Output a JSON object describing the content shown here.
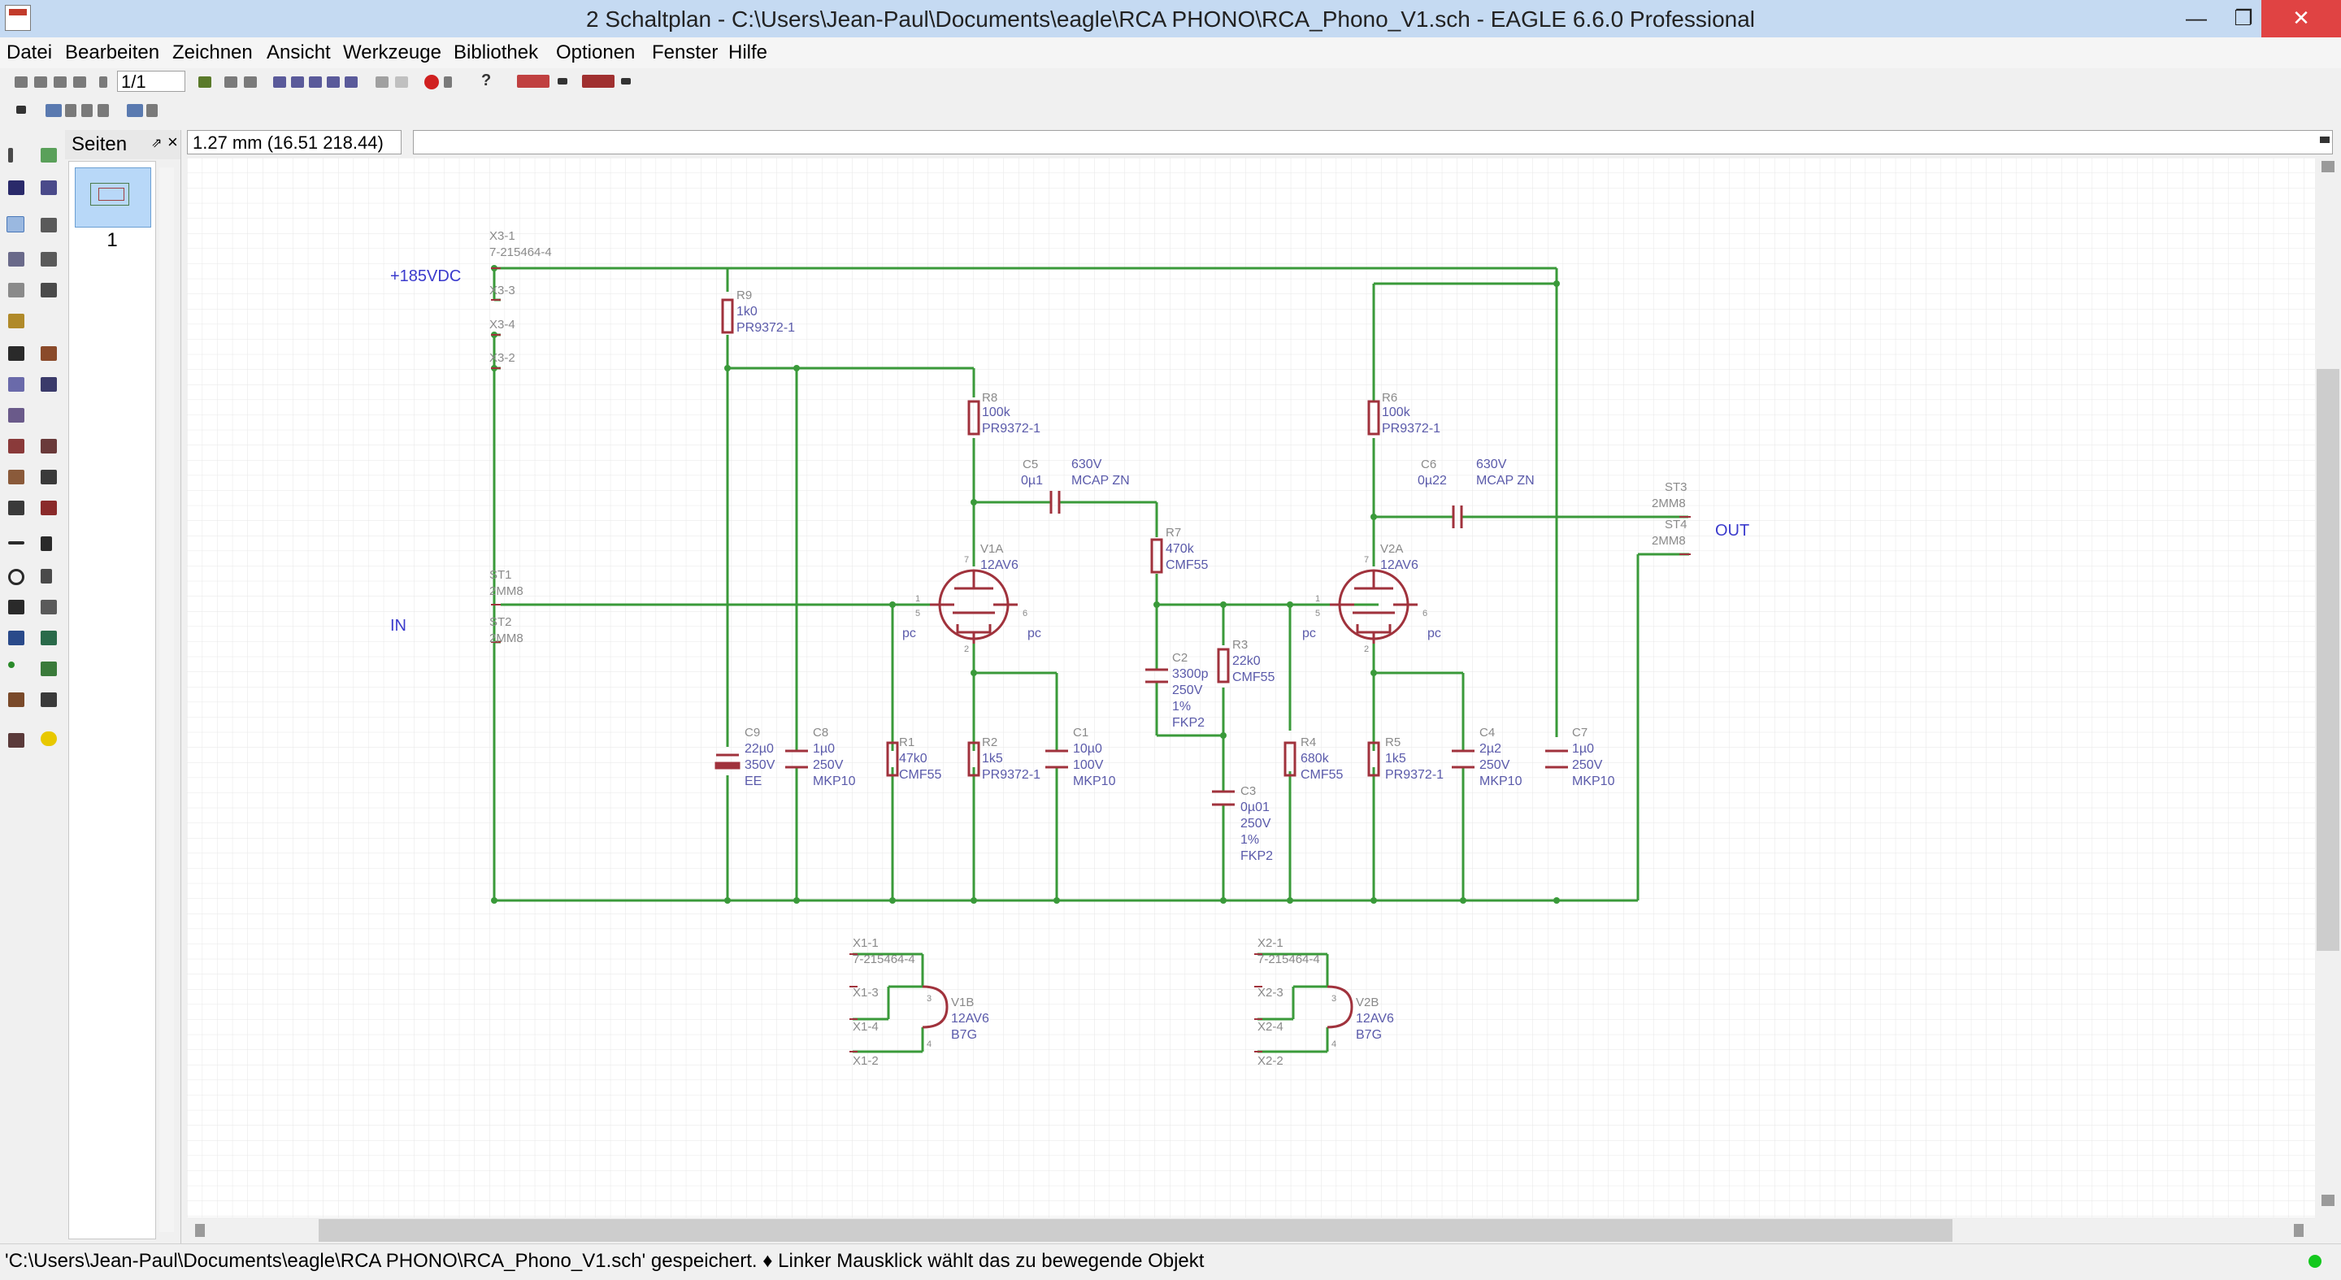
{
  "window": {
    "title": "2 Schaltplan - C:\\Users\\Jean-Paul\\Documents\\eagle\\RCA PHONO\\RCA_Phono_V1.sch - EAGLE 6.6.0 Professional",
    "minimize": "—",
    "maximize": "❐",
    "close": "✕"
  },
  "menu": [
    "Datei",
    "Bearbeiten",
    "Zeichnen",
    "Ansicht",
    "Werkzeuge",
    "Bibliothek",
    "Optionen",
    "Fenster",
    "Hilfe"
  ],
  "toolbar": {
    "zoom_select": "1/1",
    "help": "?"
  },
  "pages_panel": {
    "title": "Seiten",
    "page": "1",
    "pin": "⇗",
    "close": "×"
  },
  "coords": "1.27 mm (16.51 218.44)",
  "command": "",
  "status": "'C:\\Users\\Jean-Paul\\Documents\\eagle\\RCA PHONO\\RCA_Phono_V1.sch' gespeichert.  ♦ Linker Mausklick wählt das zu bewegende Objekt",
  "colors": {
    "wire": "#3a9a3a",
    "symbol": "#a0323c",
    "label": "#3a3acc",
    "name": "#8a8a8a",
    "value": "#5a5aaa",
    "titlebar": "#c5daf2"
  },
  "schematic": {
    "net_labels": {
      "supply": "+185VDC",
      "in": "IN",
      "out": "OUT"
    },
    "connectors": {
      "x3_1": "X3-1",
      "x3_1_val": "7-215464-4",
      "x3_3": "X3-3",
      "x3_4": "X3-4",
      "x3_2": "X3-2",
      "st1": "ST1",
      "st1_val": "2MM8",
      "st2": "ST2",
      "st2_val": "2MM8",
      "st3": "ST3",
      "st3_val": "2MM8",
      "st4": "ST4",
      "st4_val": "2MM8",
      "x1_1": "X1-1",
      "x1_1_val": "7-215464-4",
      "x1_3": "X1-3",
      "x1_4": "X1-4",
      "x1_2": "X1-2",
      "x2_1": "X2-1",
      "x2_1_val": "7-215464-4",
      "x2_3": "X2-3",
      "x2_4": "X2-4",
      "x2_2": "X2-2"
    },
    "resistors": {
      "r9": [
        "R9",
        "1k0",
        "PR9372-1"
      ],
      "r8": [
        "R8",
        "100k",
        "PR9372-1"
      ],
      "r7": [
        "R7",
        "470k",
        "CMF55"
      ],
      "r6": [
        "R6",
        "100k",
        "PR9372-1"
      ],
      "r1": [
        "R1",
        "47k0",
        "CMF55"
      ],
      "r2": [
        "R2",
        "1k5",
        "PR9372-1"
      ],
      "r3": [
        "R3",
        "22k0",
        "CMF55"
      ],
      "r4": [
        "R4",
        "680k",
        "CMF55"
      ],
      "r5": [
        "R5",
        "1k5",
        "PR9372-1"
      ]
    },
    "capacitors": {
      "c5": [
        "C5",
        "0µ1",
        "630V",
        "MCAP ZN"
      ],
      "c6": [
        "C6",
        "0µ22",
        "630V",
        "MCAP ZN"
      ],
      "c2": [
        "C2",
        "3300p",
        "250V",
        "1%",
        "FKP2"
      ],
      "c3": [
        "C3",
        "0µ01",
        "250V",
        "1%",
        "FKP2"
      ],
      "c9": [
        "C9",
        "22µ0",
        "350V",
        "EE"
      ],
      "c8": [
        "C8",
        "1µ0",
        "250V",
        "MKP10"
      ],
      "c1": [
        "C1",
        "10µ0",
        "100V",
        "MKP10"
      ],
      "c4": [
        "C4",
        "2µ2",
        "250V",
        "MKP10"
      ],
      "c7": [
        "C7",
        "1µ0",
        "250V",
        "MKP10"
      ]
    },
    "tubes": {
      "v1a": [
        "V1A",
        "12AV6"
      ],
      "v2a": [
        "V2A",
        "12AV6"
      ],
      "v1b": [
        "V1B",
        "12AV6",
        "B7G"
      ],
      "v2b": [
        "V2B",
        "12AV6",
        "B7G"
      ]
    },
    "pin_labels": {
      "p1": "1",
      "p5": "5",
      "p6": "6",
      "p7": "7",
      "p2": "2",
      "p3": "3",
      "p4": "4",
      "pc": "pc"
    }
  }
}
